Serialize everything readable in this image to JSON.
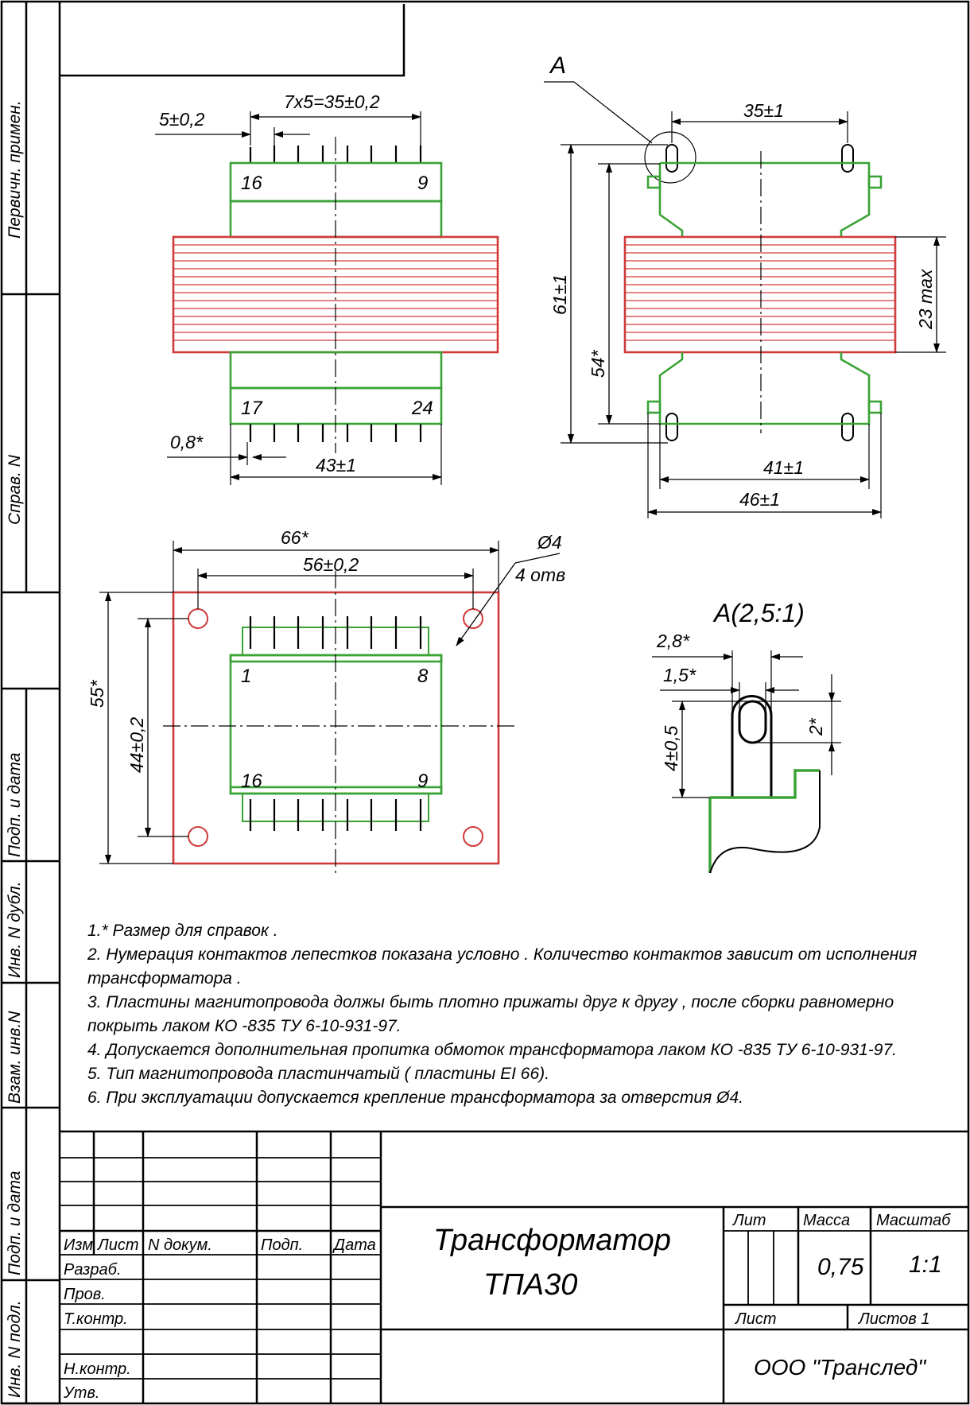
{
  "side_stamps": [
    "Первичн. примен.",
    "Справ. N",
    "Подп. и дата",
    "Инв. N дубл.",
    "Взам. инв.N",
    "Подп. и дата",
    "Инв. N подл."
  ],
  "top_view": {
    "pin_pitch": "5±0,2",
    "pin_span": "7х5=35±0,2",
    "pin_top_left": "16",
    "pin_top_right": "9",
    "pin_bottom_left": "17",
    "pin_bottom_right": "24",
    "pin_width": "0,8*",
    "width": "43±1"
  },
  "side_view": {
    "detail_mark": "А",
    "pin_spacing": "35±1",
    "height_total": "61±1",
    "height_inner": "54*",
    "core_thickness": "23 max",
    "width_inner": "41±1",
    "width_outer": "46±1"
  },
  "bottom_view": {
    "width_total": "66*",
    "holes_x": "56±0,2",
    "hole_dia": "Ø4",
    "hole_count": "4 отв",
    "height_total": "55*",
    "holes_y": "44±0,2",
    "pin_1": "1",
    "pin_8": "8",
    "pin_16": "16",
    "pin_9": "9"
  },
  "detail": {
    "title": "А(2,5:1)",
    "outer_width": "2,8*",
    "inner_width": "1,5*",
    "height": "4±0,5",
    "slot": "2*"
  },
  "notes": [
    "1.*  Размер для справок .",
    "2.   Нумерация контактов лепестков показана условно . Количество контактов зависит от исполнения",
    "трансформатора .",
    "3.  Пластины магнитопровода должы быть плотно прижаты друг к другу , после сборки равномерно",
    "покрыть лаком КО -835  ТУ  6-10-931-97.",
    "4.  Допускается дополнительная пропитка обмоток трансформатора лаком КО -835  ТУ  6-10-931-97.",
    "5.  Тип магнитопровода пластинчатый  ( пластины  EI 66).",
    "6.  При эксплуатации допускается крепление трансформатора за отверстия  Ø4."
  ],
  "title_block": {
    "headers": [
      "Изм",
      "Лист",
      "N докум.",
      "Подп.",
      "Дата"
    ],
    "roles": [
      "Разраб.",
      "Пров.",
      "Т.контр.",
      "Н.контр.",
      "Утв."
    ],
    "title_line1": "Трансформатор",
    "title_line2": "ТПА30",
    "lit_label": "Лит",
    "mass_label": "Масса",
    "scale_label": "Масштаб",
    "mass_value": "0,75",
    "scale_value": "1:1",
    "sheet_label": "Лист",
    "sheets_label": "Листов  1",
    "company": "ООО \"Транслед\""
  },
  "colors": {
    "body": "#3aa336",
    "core": "#d03a3a",
    "line": "#000000"
  }
}
